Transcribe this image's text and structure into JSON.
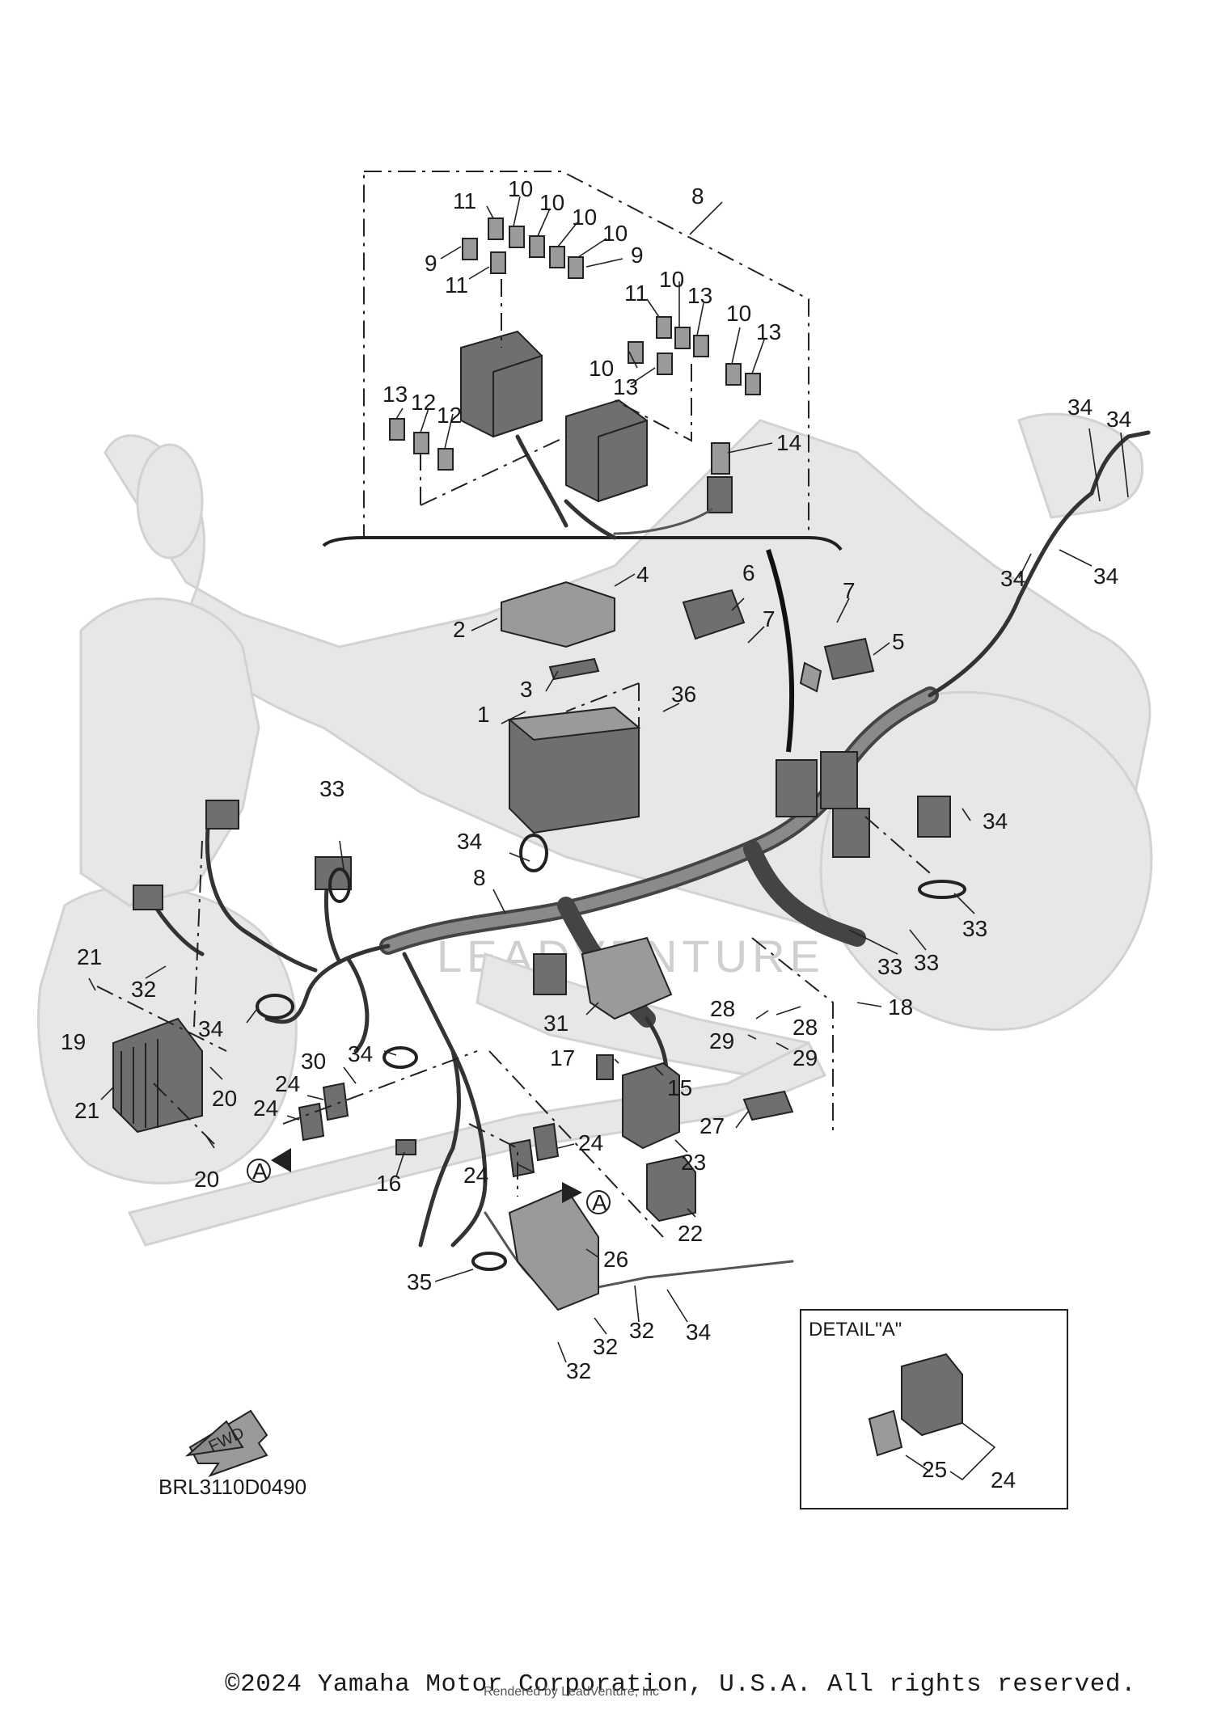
{
  "diagram": {
    "figure_code": "BRL3110D0490",
    "detail_title": "DETAIL\"A\"",
    "fwd_label": "FWD",
    "view_marker": "A",
    "watermark": "LEADVENTURE",
    "copyright": "©2024 Yamaha Motor Corporation, U.S.A. All rights reserved.",
    "render_credit": "Rendered by LeadVenture, Inc"
  },
  "callouts": [
    {
      "id": "c8-top",
      "text": "8"
    },
    {
      "id": "c11a",
      "text": "11"
    },
    {
      "id": "c10a",
      "text": "10"
    },
    {
      "id": "c10b",
      "text": "10"
    },
    {
      "id": "c10c",
      "text": "10"
    },
    {
      "id": "c10d",
      "text": "10"
    },
    {
      "id": "c9a",
      "text": "9"
    },
    {
      "id": "c9b",
      "text": "9"
    },
    {
      "id": "c11b",
      "text": "11"
    },
    {
      "id": "c11c",
      "text": "11"
    },
    {
      "id": "c10e",
      "text": "10"
    },
    {
      "id": "c13a",
      "text": "13"
    },
    {
      "id": "c10f",
      "text": "10"
    },
    {
      "id": "c13b",
      "text": "13"
    },
    {
      "id": "c10g",
      "text": "10"
    },
    {
      "id": "c13c",
      "text": "13"
    },
    {
      "id": "c13d",
      "text": "13"
    },
    {
      "id": "c12a",
      "text": "12"
    },
    {
      "id": "c12b",
      "text": "12"
    },
    {
      "id": "c14",
      "text": "14"
    },
    {
      "id": "c34a",
      "text": "34"
    },
    {
      "id": "c34b",
      "text": "34"
    },
    {
      "id": "c34c",
      "text": "34"
    },
    {
      "id": "c34d",
      "text": "34"
    },
    {
      "id": "c4",
      "text": "4"
    },
    {
      "id": "c6",
      "text": "6"
    },
    {
      "id": "c2",
      "text": "2"
    },
    {
      "id": "c7a",
      "text": "7"
    },
    {
      "id": "c7b",
      "text": "7"
    },
    {
      "id": "c5",
      "text": "5"
    },
    {
      "id": "c3",
      "text": "3"
    },
    {
      "id": "c36",
      "text": "36"
    },
    {
      "id": "c1",
      "text": "1"
    },
    {
      "id": "c33a",
      "text": "33"
    },
    {
      "id": "c34e",
      "text": "34"
    },
    {
      "id": "c8",
      "text": "8"
    },
    {
      "id": "c34f",
      "text": "34"
    },
    {
      "id": "c33b",
      "text": "33"
    },
    {
      "id": "c33c",
      "text": "33"
    },
    {
      "id": "c33d",
      "text": "33"
    },
    {
      "id": "c21a",
      "text": "21"
    },
    {
      "id": "c32a",
      "text": "32"
    },
    {
      "id": "c34g",
      "text": "34"
    },
    {
      "id": "c18",
      "text": "18"
    },
    {
      "id": "c19",
      "text": "19"
    },
    {
      "id": "c31",
      "text": "31"
    },
    {
      "id": "c28a",
      "text": "28"
    },
    {
      "id": "c28b",
      "text": "28"
    },
    {
      "id": "c29a",
      "text": "29"
    },
    {
      "id": "c29b",
      "text": "29"
    },
    {
      "id": "c34h",
      "text": "34"
    },
    {
      "id": "c20a",
      "text": "20"
    },
    {
      "id": "c30",
      "text": "30"
    },
    {
      "id": "c17",
      "text": "17"
    },
    {
      "id": "c15",
      "text": "15"
    },
    {
      "id": "c21b",
      "text": "21"
    },
    {
      "id": "c24a",
      "text": "24"
    },
    {
      "id": "c24b",
      "text": "24"
    },
    {
      "id": "c27",
      "text": "27"
    },
    {
      "id": "c24c",
      "text": "24"
    },
    {
      "id": "c23",
      "text": "23"
    },
    {
      "id": "c20b",
      "text": "20"
    },
    {
      "id": "c16",
      "text": "16"
    },
    {
      "id": "c24d",
      "text": "24"
    },
    {
      "id": "c22",
      "text": "22"
    },
    {
      "id": "c26",
      "text": "26"
    },
    {
      "id": "c35",
      "text": "35"
    },
    {
      "id": "c32b",
      "text": "32"
    },
    {
      "id": "c34i",
      "text": "34"
    },
    {
      "id": "c32c",
      "text": "32"
    },
    {
      "id": "c32d",
      "text": "32"
    },
    {
      "id": "c25",
      "text": "25"
    },
    {
      "id": "c24e",
      "text": "24"
    }
  ]
}
